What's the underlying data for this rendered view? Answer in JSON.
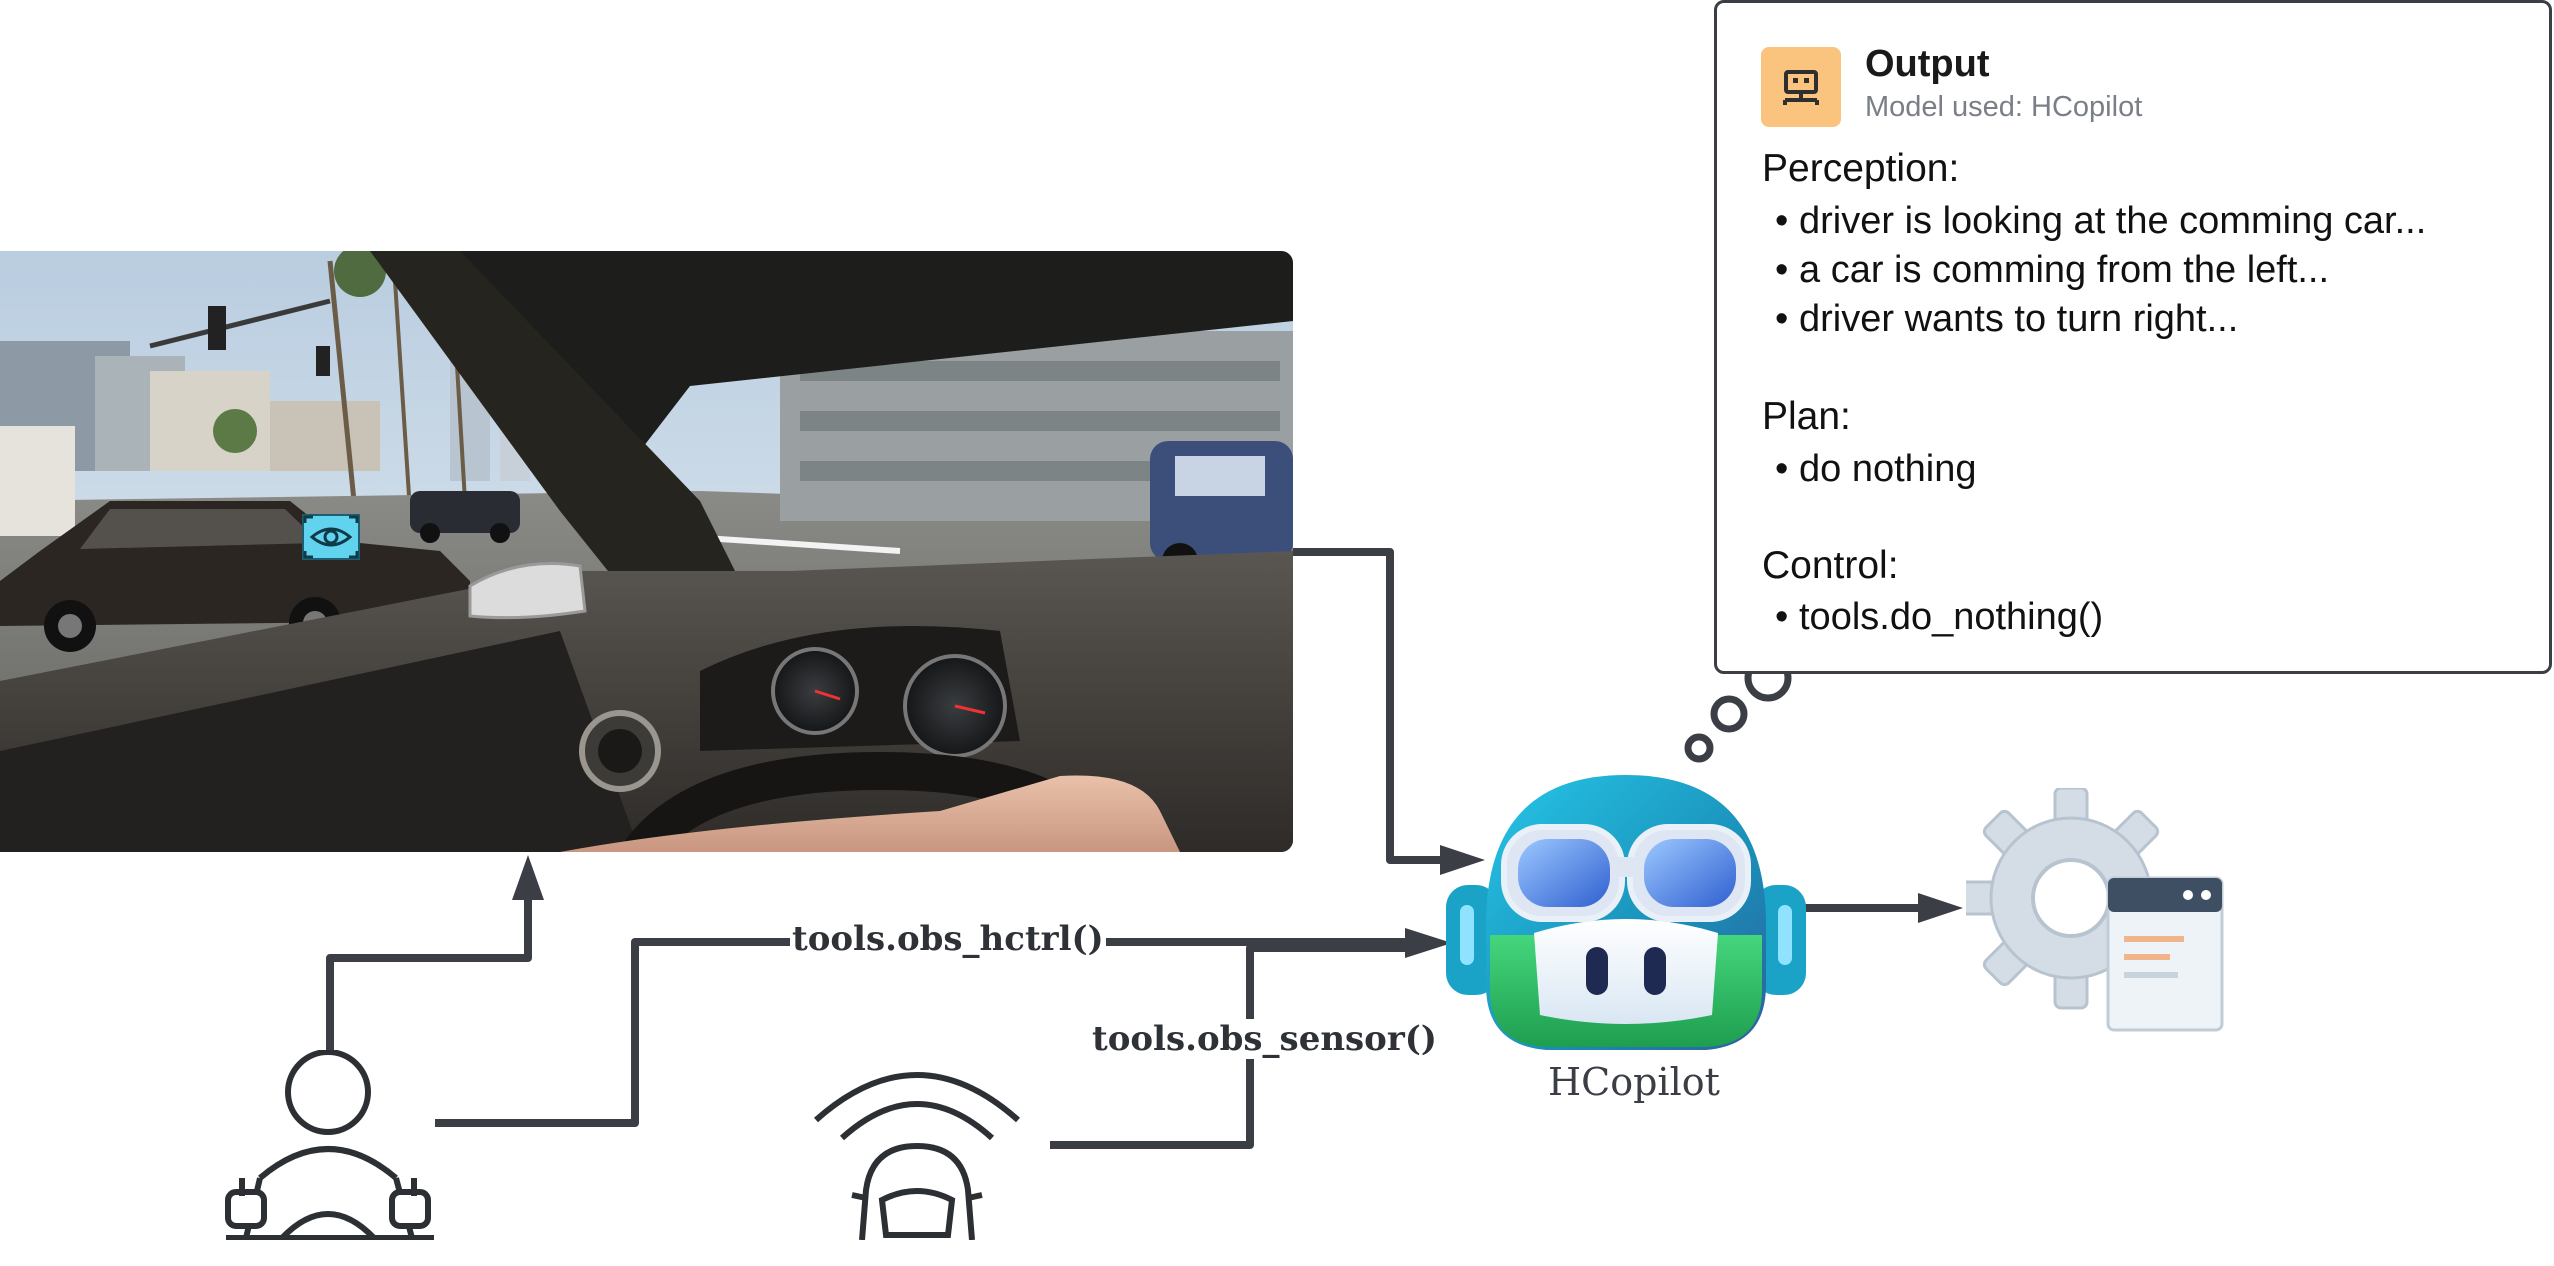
{
  "output": {
    "title": "Output",
    "model_used": "Model used: HCopilot",
    "icon": "robot-icon",
    "icon_color": "#fbc47e",
    "perception_heading": "Perception:",
    "perception": [
      "driver is looking at the comming car...",
      "a car is comming from the left...",
      "driver wants to turn right..."
    ],
    "plan_heading": "Plan:",
    "plan": [
      "do nothing"
    ],
    "control_heading": "Control:",
    "control": [
      "tools.do_nothing()"
    ]
  },
  "tools": {
    "obs_hctrl": "tools.obs_hctrl()",
    "obs_sensor": "tools.obs_sensor()"
  },
  "agent": {
    "name": "HCopilot",
    "icon": "copilot-mascot-icon"
  },
  "icons": {
    "driver": "driver-icon",
    "car_sensor": "car-sensor-icon",
    "gaze": "eye-icon",
    "settings": "gear-window-icon",
    "thought_bubble": "thought-bubble-icon"
  },
  "colors": {
    "connector": "#3b3e45",
    "eye_marker": "#62d3ee",
    "mascot_body": "#2fbf71",
    "mascot_helmet": "#1ea5c9",
    "goggles": "#3a78e0"
  }
}
